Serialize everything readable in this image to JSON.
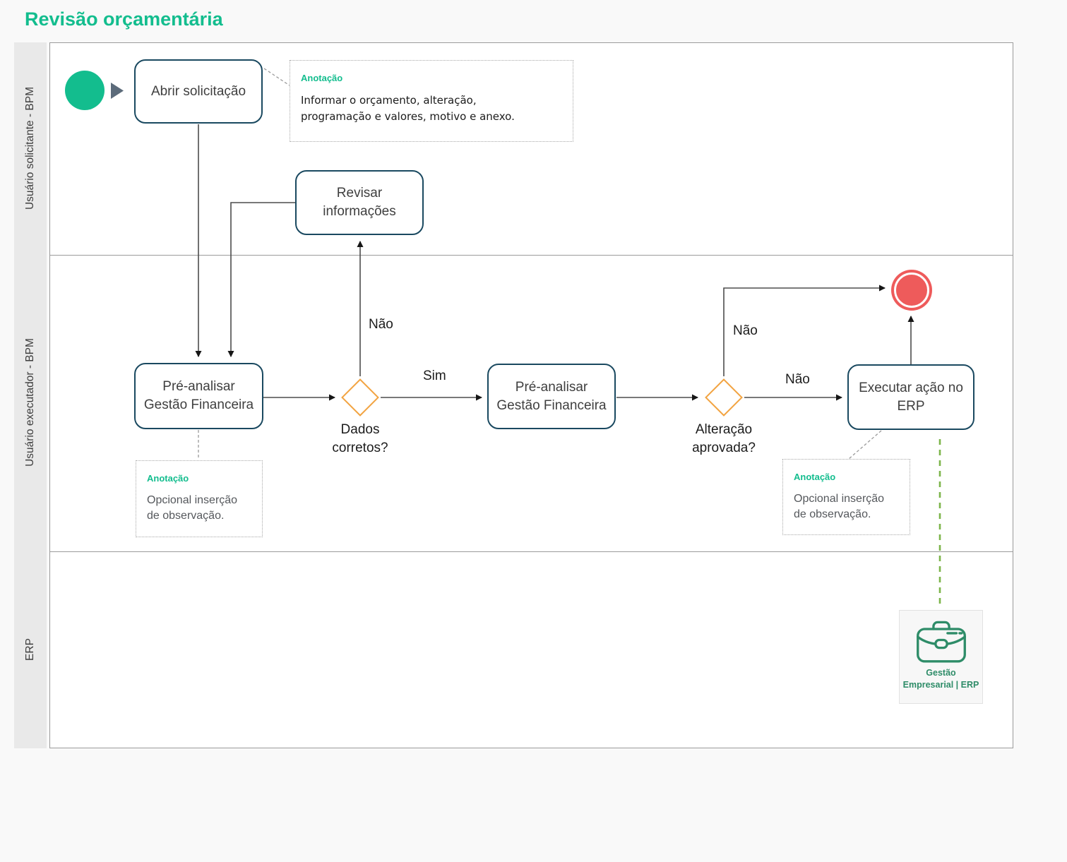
{
  "title": "Revisão orçamentária",
  "colors": {
    "accent": "#13bd8e",
    "navy": "#1a4960",
    "orange": "#f2a340",
    "red": "#ee5b5b",
    "dashgreen": "#7cb54a",
    "line": "#4d4d4d",
    "laneborder": "#9b9b9b",
    "stripbg": "#e9e9e9",
    "pagebg": "#f9f9f9",
    "erpgreen": "#2e8c68"
  },
  "lanes": [
    {
      "label": "Usuário solicitante - BPM"
    },
    {
      "label": "Usuário executador - BPM"
    },
    {
      "label": "ERP"
    }
  ],
  "nodes": {
    "abrir": {
      "label": "Abrir solicitação"
    },
    "revisar": {
      "label": "Revisar\ninformações"
    },
    "pre1": {
      "label": "Pré-analisar\nGestão Financeira"
    },
    "pre2": {
      "label": "Pré-analisar\nGestão Financeira"
    },
    "executar": {
      "label": "Executar ação no\nERP"
    }
  },
  "gateways": {
    "dados": {
      "label": "Dados\ncorretos?"
    },
    "alteracao": {
      "label": "Alteração\naprovada?"
    }
  },
  "edge_labels": {
    "nao_revisar": "Não",
    "sim": "Sim",
    "nao_fim": "Não",
    "nao_executar": "Não"
  },
  "annotations": {
    "heading": "Anotação",
    "a1": "Informar o orçamento, alteração,\nprogramação e valores, motivo e anexo.",
    "a2": "Opcional inserção\nde observação.",
    "a3": "Opcional inserção\nde observação."
  },
  "erp_card": {
    "label": "Gestão\nEmpresarial | ERP"
  },
  "icons": {
    "start_event": "green-circle-start-icon",
    "play_marker": "play-triangle-icon",
    "end_event": "red-circle-end-icon",
    "erp": "briefcase-icon"
  }
}
